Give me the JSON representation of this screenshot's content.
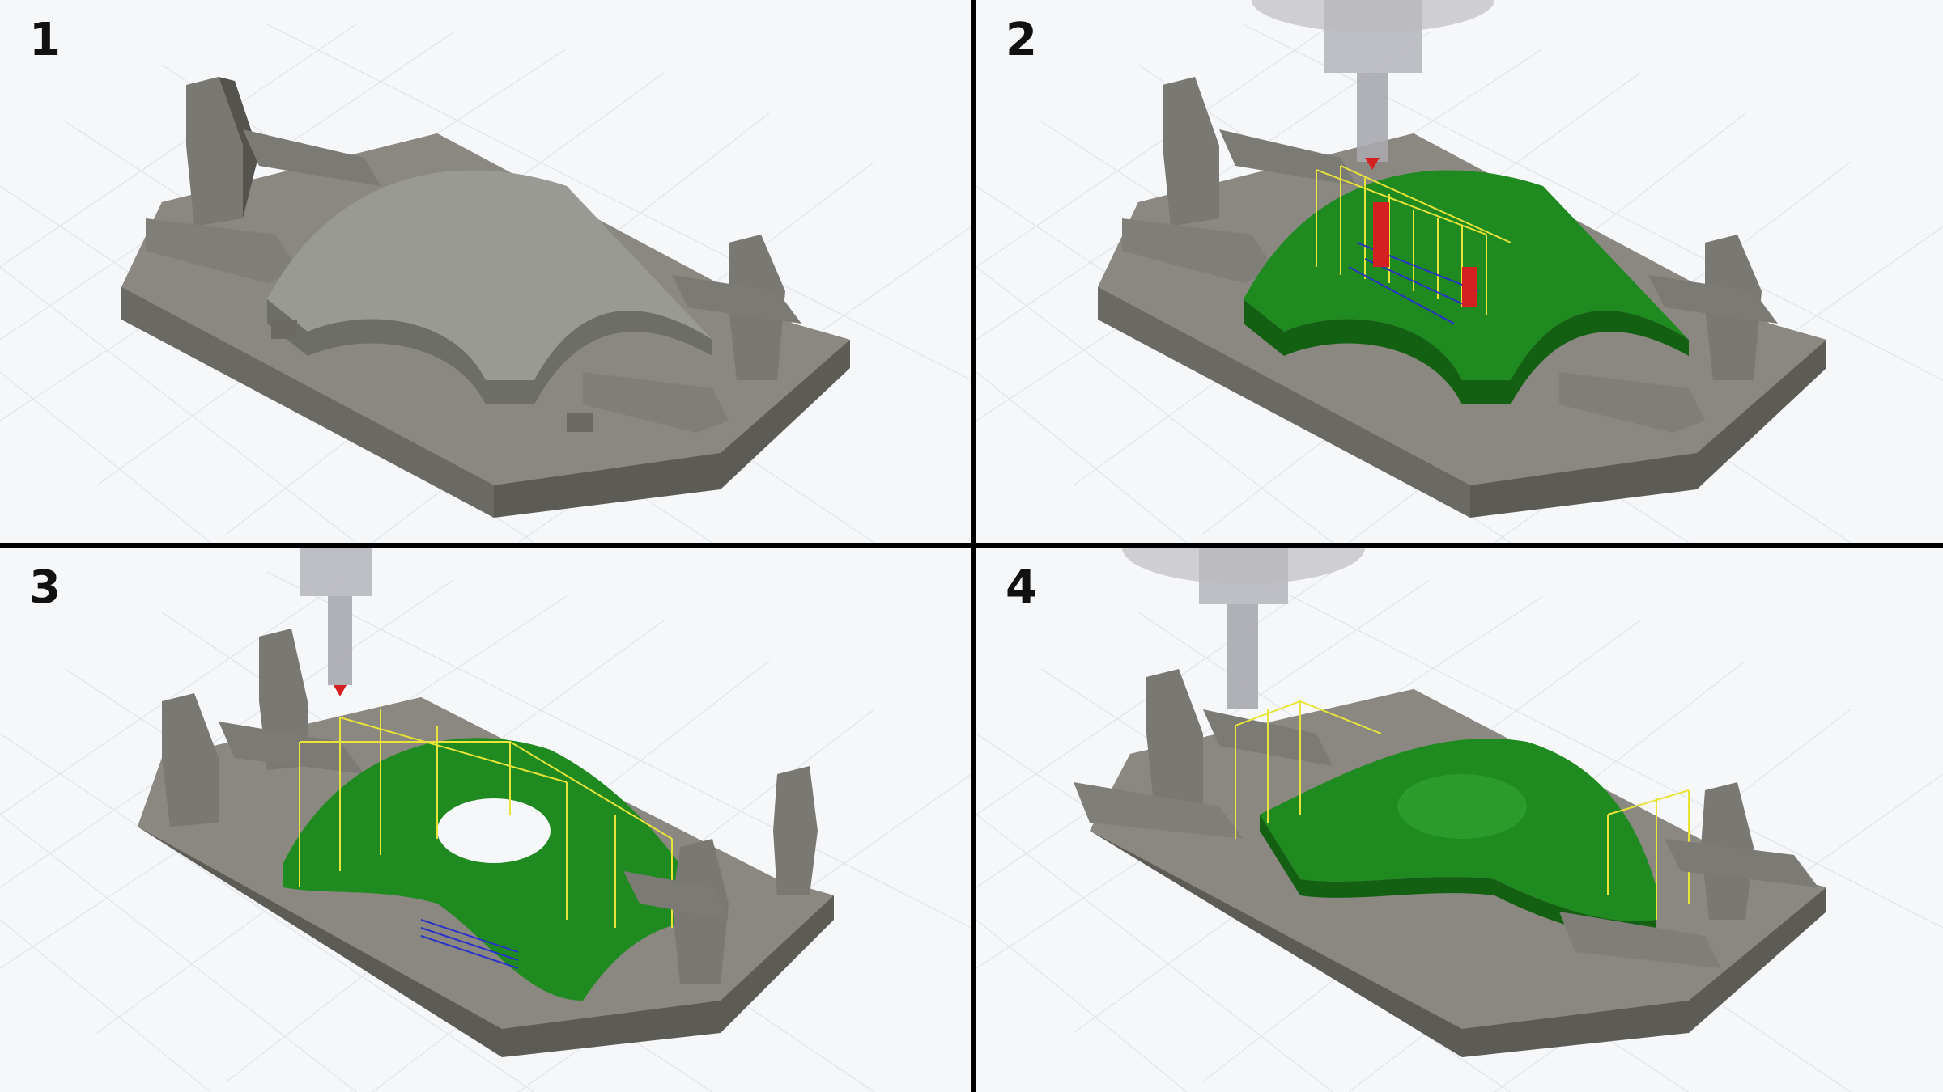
{
  "panels": [
    {
      "label": "1",
      "state": "fixture-with-stock"
    },
    {
      "label": "2",
      "state": "roughing-toolpath"
    },
    {
      "label": "3",
      "state": "flip-side-toolpath"
    },
    {
      "label": "4",
      "state": "finish-toolpath"
    }
  ],
  "colors": {
    "background": "#f6f7f9",
    "divider": "#000000",
    "grid_line": "#dfe3ea",
    "fixture_top": "#8a8880",
    "fixture_side": "#5d5b55",
    "stock": "#8c8c86",
    "part_green": "#1f8a1f",
    "part_green_dark": "#136013",
    "toolpath_yellow": "#e8e43a",
    "toolpath_blue": "#2832c8",
    "toolpath_red": "#d42020",
    "spindle": "#c8c8cc"
  }
}
